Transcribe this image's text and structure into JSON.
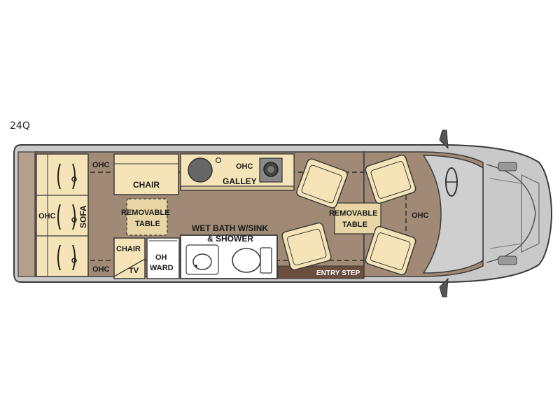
{
  "model": "24Q",
  "labels": {
    "ohc_rear_top": "OHC",
    "chair_rear": "CHAIR",
    "ohc_galley": "OHC",
    "galley": "GALLEY",
    "ohc_rear_mid": "OHC",
    "sofa": "SOFA",
    "removable_table_rear_1": "REMOVABLE",
    "removable_table_rear_2": "TABLE",
    "wet_bath_1": "WET BATH W/SINK",
    "wet_bath_2": "& SHOWER",
    "chair_side": "CHAIR",
    "oh_ward_1": "OH",
    "oh_ward_2": "WARD",
    "tv": "TV",
    "ohc_rear_bottom": "OHC",
    "removable_table_front_1": "REMOVABLE",
    "removable_table_front_2": "TABLE",
    "ohc_cab": "OHC",
    "entry_step": "ENTRY STEP"
  },
  "colors": {
    "floor": "#a08a76",
    "furniture": "#f5e4b8",
    "outline": "#3a3a3a",
    "body_gray": "#c9c9c9",
    "entry_step": "#6b4e3d"
  }
}
